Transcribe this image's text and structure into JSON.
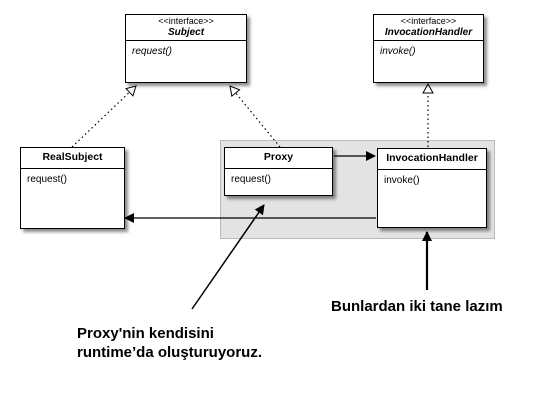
{
  "subject": {
    "stereotype": "<<interface>>",
    "name": "Subject",
    "operation": "request()"
  },
  "invocation_handler_interface": {
    "stereotype": "<<interface>>",
    "name": "InvocationHandler",
    "operation": "invoke()"
  },
  "real_subject": {
    "name": "RealSubject",
    "operation": "request()"
  },
  "proxy": {
    "name": "Proxy",
    "operation": "request()"
  },
  "invocation_handler": {
    "name": "InvocationHandler",
    "operation": "invoke()"
  },
  "annotations": {
    "right": "Bunlardan iki tane lazım",
    "left_line1": "Proxy'nin kendisini",
    "left_line2": "runtime’da oluşturuyoruz."
  }
}
